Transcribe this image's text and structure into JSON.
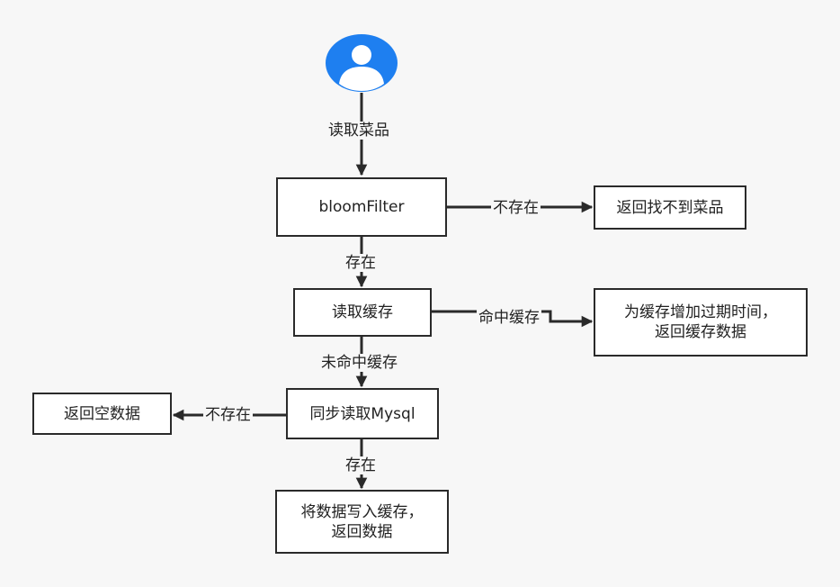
{
  "diagram": {
    "actor_icon": "user-avatar-icon",
    "colors": {
      "actor": "#1e7ff0",
      "line": "#2a2a2a",
      "box_fill": "#ffffff",
      "background": "#f7f7f7"
    },
    "nodes": {
      "bloom_filter": "bloomFilter",
      "not_found": "返回找不到菜品",
      "read_cache": "读取缓存",
      "extend_expire": "为缓存增加过期时间，\n返回缓存数据",
      "read_mysql": "同步读取Mysql",
      "return_empty": "返回空数据",
      "write_cache": "将数据写入缓存，\n返回数据"
    },
    "edges": {
      "read_dish": "读取菜品",
      "bloom_not_exist": "不存在",
      "bloom_exist": "存在",
      "cache_hit": "命中缓存",
      "cache_miss": "未命中缓存",
      "mysql_not_exist": "不存在",
      "mysql_exist": "存在"
    }
  }
}
